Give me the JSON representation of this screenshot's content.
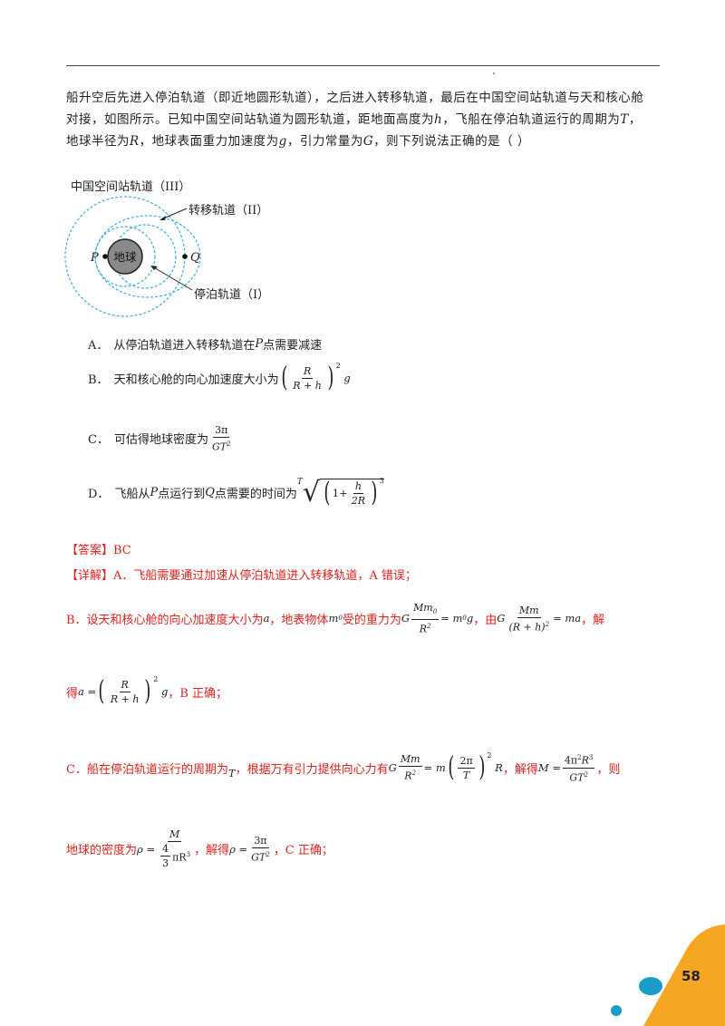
{
  "question": {
    "line1": "船升空后先进入停泊轨道（即近地圆形轨道），之后进入转移轨道，最后在中国空间站轨道与天和核心舱",
    "line2_a": "对接，如图所示。已知中国空间站轨道为圆形轨道，距地面高度为",
    "line2_h": "h",
    "line2_b": "，飞船在停泊轨道运行的周期为",
    "line2_T": "T",
    "line2_c": "，",
    "line3_a": "地球半径为",
    "line3_R": "R",
    "line3_b": "，地球表面重力加速度为",
    "line3_g": "g",
    "line3_c": "，引力常量为",
    "line3_G": "G",
    "line3_d": "，则下列说法正确的是（    ）"
  },
  "figure": {
    "label_outer": "中国空间站轨道（III）",
    "label_transfer": "转移轨道（II）",
    "label_parking": "停泊轨道（I）",
    "label_earth": "地球",
    "label_P": "P",
    "label_Q": "Q"
  },
  "options": {
    "A": {
      "label": "A．",
      "text_a": "从停泊轨道进入转移轨道在",
      "P": "P",
      "text_b": "点需要减速"
    },
    "B": {
      "label": "B．",
      "text": "天和核心舱的向心加速度大小为"
    },
    "C": {
      "label": "C．",
      "text": "可估得地球密度为"
    },
    "D": {
      "label": "D．",
      "text_a": "飞船从",
      "P": "P",
      "text_b": "点运行到",
      "Q": "Q",
      "text_c": "点需要的时间为"
    }
  },
  "answer": {
    "label": "【答案】BC",
    "detail_label": "【详解】",
    "detail_A": "A．飞船需要通过加速从停泊轨道进入转移轨道，A 错误；",
    "B_a": "B．设天和核心舱的向心加速度大小为",
    "B_b": "，地表物体",
    "B_c": "受的重力为",
    "B_d": "，由",
    "B_e": "，解",
    "B2_a": "得",
    "B2_b": "，B 正确；",
    "C_a": "C．船在停泊轨道运行的周期为",
    "C_b": "，根据万有引力提供向心力有",
    "C_c": "，解得",
    "C_d": "，则",
    "C2_a": "地球的密度为",
    "C2_b": "，解得",
    "C2_c": "，C 正确；"
  },
  "math": {
    "G": "G",
    "M": "M",
    "m": "m",
    "m0": "m",
    "R": "R",
    "R_plus_h": "R + h",
    "g": "g",
    "a": "a",
    "T": "T",
    "ma": "= ma",
    "eq": "=",
    "m0g": "= m",
    "GT2": "GT",
    "threepi": "3π",
    "four": "4",
    "three": "3",
    "twopi": "2π",
    "fourpi2R3": "4π",
    "one_plus": "1+",
    "h": "h",
    "twoR": "2R",
    "rho": "ρ",
    "piR3": "πR"
  },
  "page": {
    "number": "58"
  },
  "colors": {
    "red": "#e0211f",
    "orbit": "#3aaee0",
    "orange": "#f5a623",
    "teal": "#1a9bc8"
  }
}
